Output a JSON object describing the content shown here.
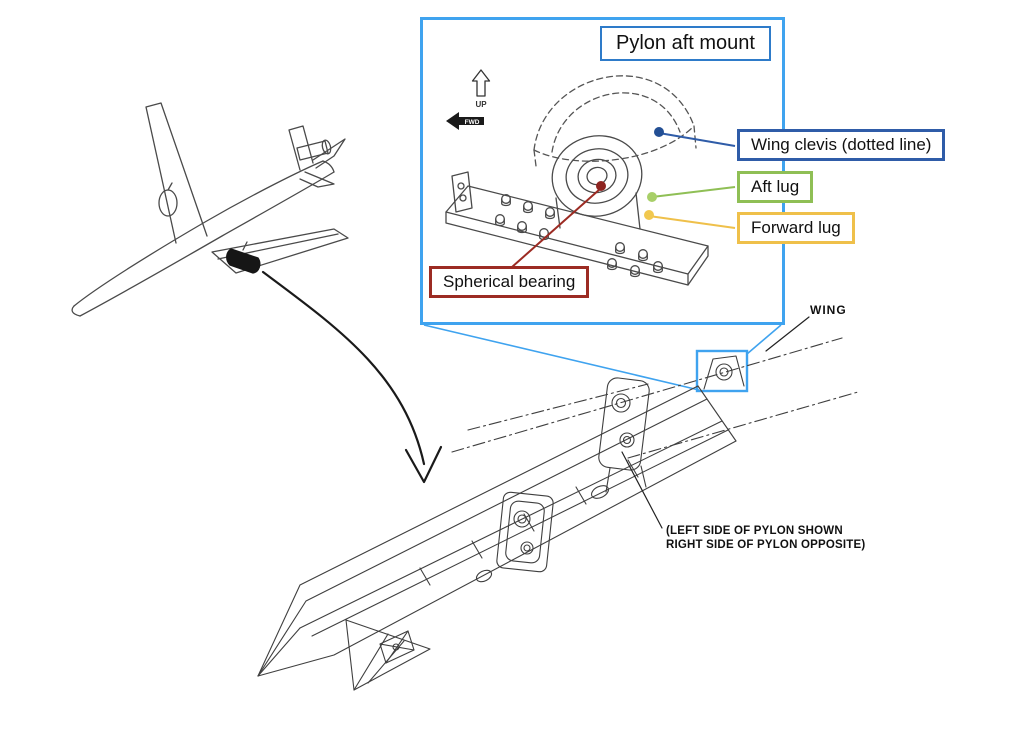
{
  "inset": {
    "title": "Pylon aft mount",
    "border_color": "#3fa3ef",
    "title_border_color": "#2e7bc9",
    "orientation": {
      "up": "UP",
      "fwd": "FWD"
    },
    "callouts": {
      "wing_clevis": {
        "label": "Wing clevis (dotted line)",
        "color": "#2f5ca8",
        "dot_color": "#234f94"
      },
      "aft_lug": {
        "label": "Aft lug",
        "color": "#8fbf55",
        "dot_color": "#a8cf68"
      },
      "forward_lug": {
        "label": "Forward lug",
        "color": "#efc04a",
        "dot_color": "#f1c84f"
      },
      "spherical_bearing": {
        "label": "Spherical bearing",
        "color": "#9c2b23",
        "dot_color": "#8e2420"
      }
    }
  },
  "pylon_view": {
    "wing_label": "WING",
    "note": [
      "(LEFT SIDE OF PYLON SHOWN",
      "RIGHT SIDE OF PYLON OPPOSITE)"
    ]
  }
}
